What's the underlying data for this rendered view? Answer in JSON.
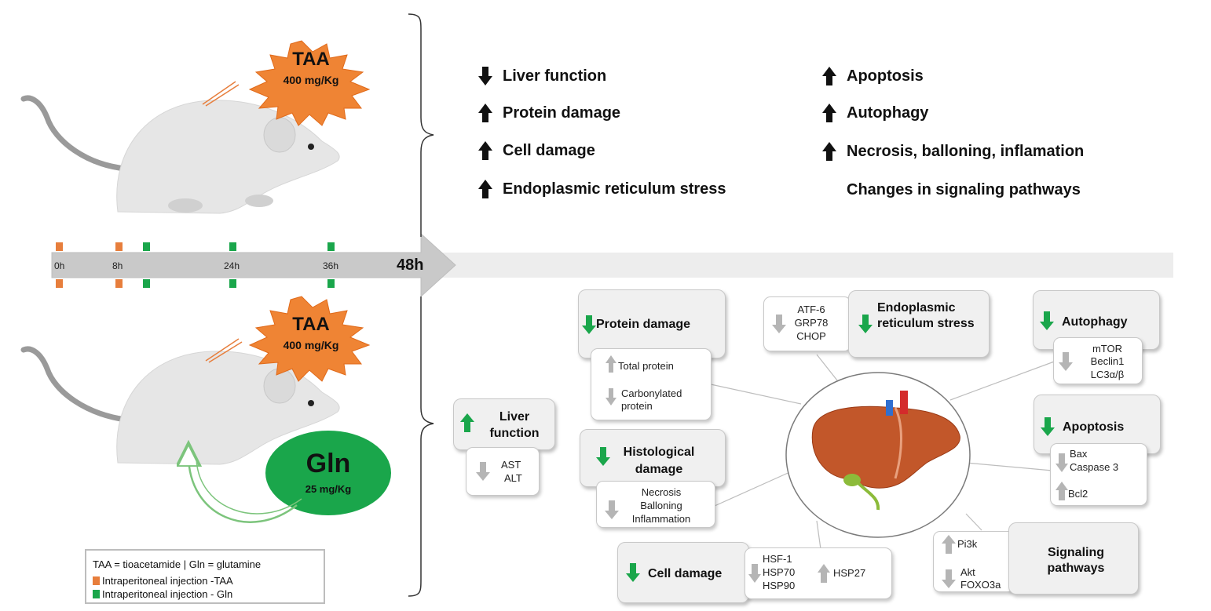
{
  "colors": {
    "orange": "#e77e3c",
    "green": "#1aa64b",
    "timeline": "#c9c9c9",
    "grey_arrow": "#b5b5b5",
    "mouse": "#e6e6e6"
  },
  "timeline": {
    "ticks": [
      {
        "label": "0h"
      },
      {
        "label": "8h"
      },
      {
        "label": "24h"
      },
      {
        "label": "36h"
      }
    ],
    "end_label": "48h"
  },
  "top_group": {
    "burst": {
      "label": "TAA",
      "dose": "400 mg/Kg"
    },
    "left_effects": [
      {
        "label": "Liver function",
        "dir": "down-icon"
      },
      {
        "label": "Protein damage",
        "dir": "up-icon"
      },
      {
        "label": "Cell damage",
        "dir": "up-icon"
      },
      {
        "label": "Endoplasmic reticulum stress",
        "dir": "up-icon"
      }
    ],
    "right_effects": [
      {
        "label": "Apoptosis",
        "dir": "up-icon"
      },
      {
        "label": "Autophagy",
        "dir": "up-icon"
      },
      {
        "label": "Necrosis, balloning, inflamation",
        "dir": "up-icon"
      },
      {
        "label": "Changes in signaling pathways",
        "dir": ""
      }
    ]
  },
  "bottom_group": {
    "burst": {
      "label": "TAA",
      "dose": "400 mg/Kg"
    },
    "gln": {
      "label": "Gln",
      "dose": "25 mg/Kg"
    }
  },
  "legend": {
    "line1": "TAA = tioacetamide | Gln = glutamine",
    "line2": "Intraperitoneal  injection -TAA",
    "line3": "Intraperitoneal  injection - Gln"
  },
  "outcomes": {
    "liver_function": {
      "title": "Liver function",
      "markers": [
        "AST",
        "ALT"
      ]
    },
    "protein_damage": {
      "title": "Protein damage",
      "marker1": "Total  protein",
      "marker2": "Carbonylated protein"
    },
    "histological_damage": {
      "title": "Histological damage",
      "markers": [
        "Necrosis",
        "Balloning",
        "Inflammation"
      ]
    },
    "cell_damage": {
      "title": "Cell damage",
      "down_markers": [
        "HSF-1",
        "HSP70",
        "HSP90"
      ],
      "up_marker": "HSP27"
    },
    "er_stress": {
      "title": "Endoplasmic reticulum stress",
      "markers": [
        "ATF-6",
        "GRP78",
        "CHOP"
      ]
    },
    "autophagy": {
      "title": "Autophagy",
      "markers": [
        "mTOR",
        "Beclin1",
        "LC3α/β"
      ]
    },
    "apoptosis": {
      "title": "Apoptosis",
      "down_markers": [
        "Bax",
        "Caspase  3"
      ],
      "up_marker": "Bcl2"
    },
    "signaling": {
      "title": "Signaling pathways",
      "marker_up": "Pi3k",
      "markers_down": [
        "Akt",
        "FOXO3a"
      ]
    }
  }
}
